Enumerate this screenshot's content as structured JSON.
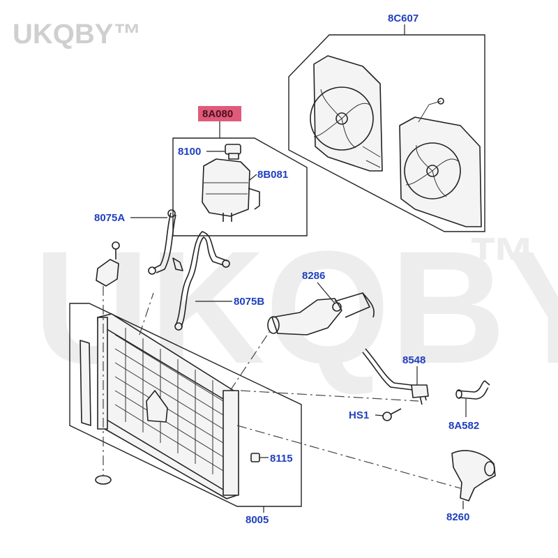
{
  "watermark": {
    "corner_text": "UKQBY™",
    "big_text": "UKQBY",
    "big_tm": "™"
  },
  "highlight_color": "#e05a7a",
  "label_color": "#1f3fbf",
  "labels": {
    "fan_assembly": "8C607",
    "reservoir_assembly": "8A080",
    "cap": "8100",
    "reservoir_hose": "8B081",
    "hose_a": "8075A",
    "hose_b": "8075B",
    "thermostat_housing": "8286",
    "bypass_tube": "8548",
    "bolt": "HS1",
    "outlet_hose": "8A582",
    "drain_plug": "8115",
    "radiator": "8005",
    "lower_hose": "8260"
  }
}
